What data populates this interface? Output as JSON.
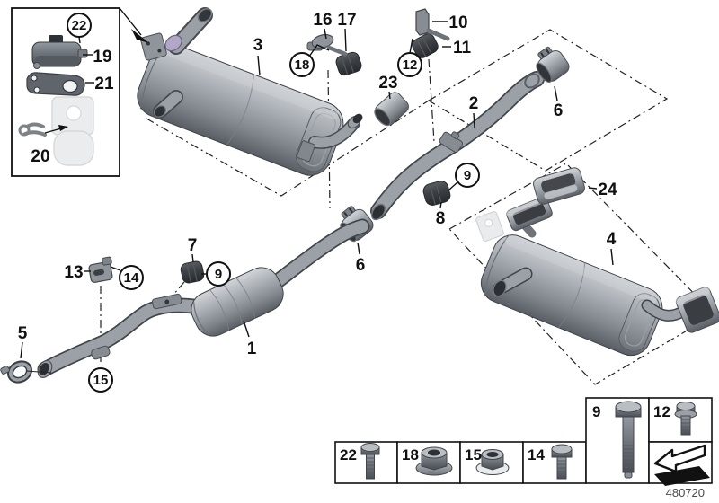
{
  "callouts": {
    "n1": "1",
    "n2": "2",
    "n3": "3",
    "n4": "4",
    "n5": "5",
    "n6": "6",
    "n7": "7",
    "n8": "8",
    "n10": "10",
    "n11": "11",
    "n13": "13",
    "n16": "16",
    "n17": "17",
    "n19": "19",
    "n20": "20",
    "n21": "21",
    "n23": "23",
    "n24": "24",
    "c9": "9",
    "c12": "12",
    "c14": "14",
    "c15": "15",
    "c18": "18",
    "c22": "22"
  },
  "legend": {
    "items": [
      {
        "num": "22",
        "part": "hex-bolt"
      },
      {
        "num": "18",
        "part": "flange-nut"
      },
      {
        "num": "15",
        "part": "flange-nut"
      },
      {
        "num": "14",
        "part": "hex-bolt"
      },
      {
        "num": "9",
        "part": "collar-bolt"
      },
      {
        "num": "12",
        "part": "flange-bolt"
      }
    ],
    "drawing_number": "480720"
  },
  "icons": {
    "direction_arrow": "front-direction-arrow"
  },
  "colors": {
    "line": "#1a1a1a",
    "metal_light": "#d2d5d9",
    "metal_mid": "#989ea4",
    "metal_dark": "#585e64",
    "rubber_dark": "#3c4044",
    "flap_ring_accent": "#b2a7c6",
    "ghost_part": "#d9dbdd",
    "background": "#ffffff"
  }
}
